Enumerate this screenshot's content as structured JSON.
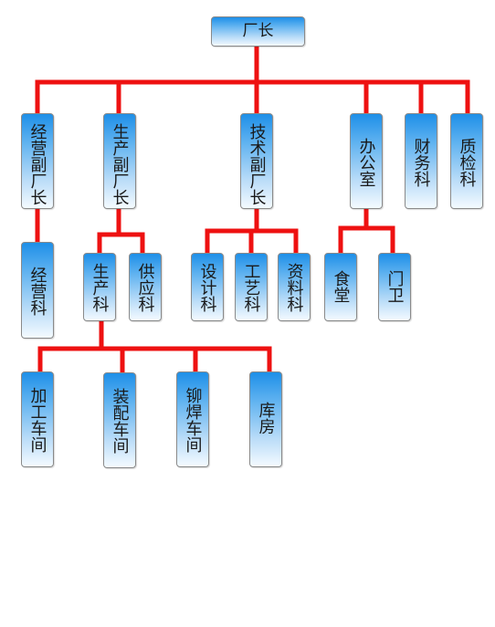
{
  "line_color": "#ee1111",
  "nodes": {
    "factory_director": "厂长",
    "deputy_business": "经营副厂长",
    "deputy_production": "生产副厂长",
    "deputy_technical": "技术副厂长",
    "office": "办公室",
    "finance_dept": "财务科",
    "quality_dept": "质检科",
    "business_dept": "经营科",
    "production_dept": "生产科",
    "supply_dept": "供应科",
    "design_dept": "设计科",
    "process_dept": "工艺科",
    "archive_dept": "资料科",
    "canteen": "食堂",
    "gatekeeper": "门卫",
    "machining_workshop": "加工车间",
    "assembly_workshop": "装配车间",
    "riveting_welding_workshop": "铆焊车间",
    "warehouse": "库房"
  }
}
